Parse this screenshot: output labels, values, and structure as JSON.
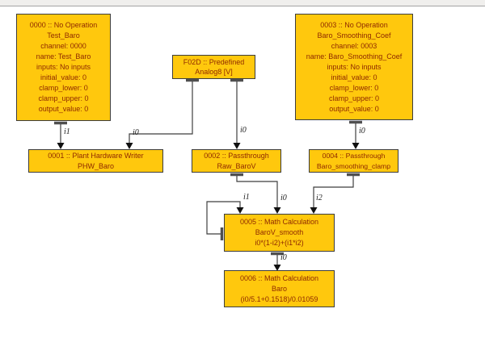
{
  "colors": {
    "node_fill": "#ffc80d",
    "node_border": "#3d3d3d",
    "node_text": "#8f2900",
    "edge_line": "#3f3f3f",
    "background": "#ffffff"
  },
  "nodes": {
    "n0000": {
      "lines": [
        "0000 :: No Operation",
        "Test_Baro",
        "channel: 0000",
        "name: Test_Baro",
        "inputs: No inputs",
        "initial_value: 0",
        "clamp_lower: 0",
        "clamp_upper: 0",
        "output_value: 0"
      ]
    },
    "nf02d": {
      "lines": [
        "F02D :: Predefined",
        "Analog8 [V]"
      ]
    },
    "n0003": {
      "lines": [
        "0003 :: No Operation",
        "Baro_Smoothing_Coef",
        "channel: 0003",
        "name: Baro_Smoothing_Coef",
        "inputs: No inputs",
        "initial_value: 0",
        "clamp_lower: 0",
        "clamp_upper: 0",
        "output_value: 0"
      ]
    },
    "n0001": {
      "lines": [
        "0001 :: Plant Hardware Writer",
        "PHW_Baro"
      ]
    },
    "n0002": {
      "lines": [
        "0002 :: Passthrough",
        "Raw_BaroV"
      ]
    },
    "n0004": {
      "lines": [
        "0004 :: Passthrough",
        "Baro_smoothing_clamp"
      ]
    },
    "n0005": {
      "lines": [
        "0005 :: Math Calculation",
        "BaroV_smooth",
        "i0*(1-i2)+(i1*i2)"
      ]
    },
    "n0006": {
      "lines": [
        "0006 :: Math Calculation",
        "Baro",
        "(i0/5.1+0.1518)/0.01059"
      ]
    }
  },
  "edge_labels": {
    "e0000_to_0001": "i1",
    "ef02d_to_0001": "i0",
    "ef02d_to_0002": "i0",
    "e0003_to_0004": "i0",
    "e0002_to_0005": "i0",
    "e0004_to_0005": "i2",
    "e0005_feedback": "i1",
    "e0005_to_0006": "i0"
  }
}
